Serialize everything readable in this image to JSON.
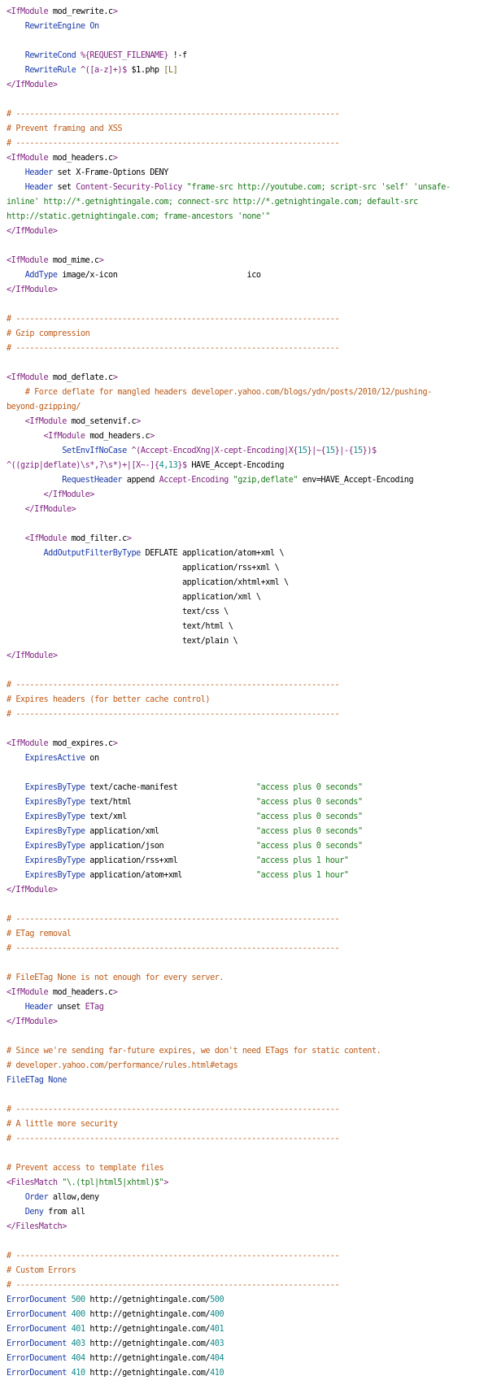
{
  "palette": {
    "tag": "#7d1f7d",
    "directive": "#1a3aa8",
    "comment": "#bb5a18",
    "string": "#1d7a1d",
    "number": "#128a8a",
    "variable": "#7d1f7d",
    "text": "#000000",
    "background": "#ffffff"
  },
  "lines": [
    [
      [
        "tag",
        "<IfModule "
      ],
      [
        "text",
        "mod_rewrite.c"
      ],
      [
        "tag",
        ">"
      ]
    ],
    [
      [
        "text",
        "    "
      ],
      [
        "directive",
        "RewriteEngine"
      ],
      [
        "text",
        " "
      ],
      [
        "directive",
        "On"
      ]
    ],
    [],
    [
      [
        "text",
        "    "
      ],
      [
        "directive",
        "RewriteCond"
      ],
      [
        "text",
        " "
      ],
      [
        "variable",
        "%{REQUEST_FILENAME}"
      ],
      [
        "text",
        " !-f"
      ]
    ],
    [
      [
        "text",
        "    "
      ],
      [
        "directive",
        "RewriteRule"
      ],
      [
        "text",
        " "
      ],
      [
        "tag",
        "^([a-z]+)$"
      ],
      [
        "text",
        " $1.php "
      ],
      [
        "flag",
        "[L]"
      ]
    ],
    [
      [
        "tag",
        "</IfModule>"
      ]
    ],
    [],
    [
      [
        "comment",
        "# ----------------------------------------------------------------------"
      ]
    ],
    [
      [
        "comment",
        "# Prevent framing and XSS"
      ]
    ],
    [
      [
        "comment",
        "# ----------------------------------------------------------------------"
      ]
    ],
    [
      [
        "tag",
        "<IfModule "
      ],
      [
        "text",
        "mod_headers.c"
      ],
      [
        "tag",
        ">"
      ]
    ],
    [
      [
        "text",
        "    "
      ],
      [
        "directive",
        "Header"
      ],
      [
        "text",
        " set X-Frame-Options DENY"
      ]
    ],
    [
      [
        "text",
        "    "
      ],
      [
        "directive",
        "Header"
      ],
      [
        "text",
        " set "
      ],
      [
        "variable",
        "Content-Security-Policy"
      ],
      [
        "text",
        " "
      ],
      [
        "string",
        "\"frame-src http://youtube.com; script-src 'self' 'unsafe-"
      ]
    ],
    [
      [
        "string",
        "inline' http://*.getnightingale.com; connect-src http://*.getnightingale.com; default-src"
      ]
    ],
    [
      [
        "string",
        "http://static.getnightingale.com; frame-ancestors 'none'\""
      ]
    ],
    [
      [
        "tag",
        "</IfModule>"
      ]
    ],
    [],
    [
      [
        "tag",
        "<IfModule "
      ],
      [
        "text",
        "mod_mime.c"
      ],
      [
        "tag",
        ">"
      ]
    ],
    [
      [
        "text",
        "    "
      ],
      [
        "directive",
        "AddType"
      ],
      [
        "text",
        " image/x-icon                            ico"
      ]
    ],
    [
      [
        "tag",
        "</IfModule>"
      ]
    ],
    [],
    [
      [
        "comment",
        "# ----------------------------------------------------------------------"
      ]
    ],
    [
      [
        "comment",
        "# Gzip compression"
      ]
    ],
    [
      [
        "comment",
        "# ----------------------------------------------------------------------"
      ]
    ],
    [],
    [
      [
        "tag",
        "<IfModule "
      ],
      [
        "text",
        "mod_deflate.c"
      ],
      [
        "tag",
        ">"
      ]
    ],
    [
      [
        "text",
        "    "
      ],
      [
        "comment",
        "# Force deflate for mangled headers developer.yahoo.com/blogs/ydn/posts/2010/12/pushing-"
      ]
    ],
    [
      [
        "comment",
        "beyond-gzipping/"
      ]
    ],
    [
      [
        "text",
        "    "
      ],
      [
        "tag",
        "<IfModule "
      ],
      [
        "text",
        "mod_setenvif.c"
      ],
      [
        "tag",
        ">"
      ]
    ],
    [
      [
        "text",
        "        "
      ],
      [
        "tag",
        "<IfModule "
      ],
      [
        "text",
        "mod_headers.c"
      ],
      [
        "tag",
        ">"
      ]
    ],
    [
      [
        "text",
        "            "
      ],
      [
        "directive",
        "SetEnvIfNoCase"
      ],
      [
        "text",
        " "
      ],
      [
        "tag",
        "^(Accept-EncodXng|X-cept-Encoding|X{"
      ],
      [
        "number",
        "15"
      ],
      [
        "tag",
        "}|~{"
      ],
      [
        "number",
        "15"
      ],
      [
        "tag",
        "}|-{"
      ],
      [
        "number",
        "15"
      ],
      [
        "tag",
        "})$"
      ]
    ],
    [
      [
        "tag",
        "^((gzip|deflate)\\s*,?\\s*)+|[X~-]{"
      ],
      [
        "number",
        "4,13"
      ],
      [
        "tag",
        "}$"
      ],
      [
        "text",
        " HAVE_Accept-Encoding"
      ]
    ],
    [
      [
        "text",
        "            "
      ],
      [
        "directive",
        "RequestHeader"
      ],
      [
        "text",
        " append "
      ],
      [
        "variable",
        "Accept-Encoding"
      ],
      [
        "text",
        " "
      ],
      [
        "string",
        "\"gzip,deflate\""
      ],
      [
        "text",
        " env=HAVE_Accept-Encoding"
      ]
    ],
    [
      [
        "text",
        "        "
      ],
      [
        "tag",
        "</IfModule>"
      ]
    ],
    [
      [
        "text",
        "    "
      ],
      [
        "tag",
        "</IfModule>"
      ]
    ],
    [],
    [
      [
        "text",
        "    "
      ],
      [
        "tag",
        "<IfModule "
      ],
      [
        "text",
        "mod_filter.c"
      ],
      [
        "tag",
        ">"
      ]
    ],
    [
      [
        "text",
        "        "
      ],
      [
        "directive",
        "AddOutputFilterByType"
      ],
      [
        "text",
        " DEFLATE application/atom+xml \\"
      ]
    ],
    [
      [
        "text",
        "                                      application/rss+xml \\"
      ]
    ],
    [
      [
        "text",
        "                                      application/xhtml+xml \\"
      ]
    ],
    [
      [
        "text",
        "                                      application/xml \\"
      ]
    ],
    [
      [
        "text",
        "                                      text/css \\"
      ]
    ],
    [
      [
        "text",
        "                                      text/html \\"
      ]
    ],
    [
      [
        "text",
        "                                      text/plain \\"
      ]
    ],
    [
      [
        "tag",
        "</IfModule>"
      ]
    ],
    [],
    [
      [
        "comment",
        "# ----------------------------------------------------------------------"
      ]
    ],
    [
      [
        "comment",
        "# Expires headers (for better cache control)"
      ]
    ],
    [
      [
        "comment",
        "# ----------------------------------------------------------------------"
      ]
    ],
    [],
    [
      [
        "tag",
        "<IfModule "
      ],
      [
        "text",
        "mod_expires.c"
      ],
      [
        "tag",
        ">"
      ]
    ],
    [
      [
        "text",
        "    "
      ],
      [
        "directive",
        "ExpiresActive"
      ],
      [
        "text",
        " on"
      ]
    ],
    [],
    [
      [
        "text",
        "    "
      ],
      [
        "directive",
        "ExpiresByType"
      ],
      [
        "text",
        " text/cache-manifest                 "
      ],
      [
        "string",
        "\"access plus 0 seconds\""
      ]
    ],
    [
      [
        "text",
        "    "
      ],
      [
        "directive",
        "ExpiresByType"
      ],
      [
        "text",
        " text/html                           "
      ],
      [
        "string",
        "\"access plus 0 seconds\""
      ]
    ],
    [
      [
        "text",
        "    "
      ],
      [
        "directive",
        "ExpiresByType"
      ],
      [
        "text",
        " text/xml                            "
      ],
      [
        "string",
        "\"access plus 0 seconds\""
      ]
    ],
    [
      [
        "text",
        "    "
      ],
      [
        "directive",
        "ExpiresByType"
      ],
      [
        "text",
        " application/xml                     "
      ],
      [
        "string",
        "\"access plus 0 seconds\""
      ]
    ],
    [
      [
        "text",
        "    "
      ],
      [
        "directive",
        "ExpiresByType"
      ],
      [
        "text",
        " application/json                    "
      ],
      [
        "string",
        "\"access plus 0 seconds\""
      ]
    ],
    [
      [
        "text",
        "    "
      ],
      [
        "directive",
        "ExpiresByType"
      ],
      [
        "text",
        " application/rss+xml                 "
      ],
      [
        "string",
        "\"access plus 1 hour\""
      ]
    ],
    [
      [
        "text",
        "    "
      ],
      [
        "directive",
        "ExpiresByType"
      ],
      [
        "text",
        " application/atom+xml                "
      ],
      [
        "string",
        "\"access plus 1 hour\""
      ]
    ],
    [
      [
        "tag",
        "</IfModule>"
      ]
    ],
    [],
    [
      [
        "comment",
        "# ----------------------------------------------------------------------"
      ]
    ],
    [
      [
        "comment",
        "# ETag removal"
      ]
    ],
    [
      [
        "comment",
        "# ----------------------------------------------------------------------"
      ]
    ],
    [],
    [
      [
        "comment",
        "# FileETag None is not enough for every server."
      ]
    ],
    [
      [
        "tag",
        "<IfModule "
      ],
      [
        "text",
        "mod_headers.c"
      ],
      [
        "tag",
        ">"
      ]
    ],
    [
      [
        "text",
        "    "
      ],
      [
        "directive",
        "Header"
      ],
      [
        "text",
        " unset "
      ],
      [
        "variable",
        "ETag"
      ]
    ],
    [
      [
        "tag",
        "</IfModule>"
      ]
    ],
    [],
    [
      [
        "comment",
        "# Since we're sending far-future expires, we don't need ETags for static content."
      ]
    ],
    [
      [
        "comment",
        "# developer.yahoo.com/performance/rules.html#etags"
      ]
    ],
    [
      [
        "directive",
        "FileETag"
      ],
      [
        "text",
        " "
      ],
      [
        "directive",
        "None"
      ]
    ],
    [],
    [
      [
        "comment",
        "# ----------------------------------------------------------------------"
      ]
    ],
    [
      [
        "comment",
        "# A little more security"
      ]
    ],
    [
      [
        "comment",
        "# ----------------------------------------------------------------------"
      ]
    ],
    [],
    [
      [
        "comment",
        "# Prevent access to template files"
      ]
    ],
    [
      [
        "tag",
        "<FilesMatch "
      ],
      [
        "string",
        "\"\\.(tpl|html5|xhtml)$\""
      ],
      [
        "tag",
        ">"
      ]
    ],
    [
      [
        "text",
        "    "
      ],
      [
        "directive",
        "Order"
      ],
      [
        "text",
        " allow,deny"
      ]
    ],
    [
      [
        "text",
        "    "
      ],
      [
        "directive",
        "Deny"
      ],
      [
        "text",
        " from all"
      ]
    ],
    [
      [
        "tag",
        "</FilesMatch>"
      ]
    ],
    [],
    [
      [
        "comment",
        "# ----------------------------------------------------------------------"
      ]
    ],
    [
      [
        "comment",
        "# Custom Errors"
      ]
    ],
    [
      [
        "comment",
        "# ----------------------------------------------------------------------"
      ]
    ],
    [
      [
        "directive",
        "ErrorDocument"
      ],
      [
        "text",
        " "
      ],
      [
        "number",
        "500"
      ],
      [
        "text",
        " http://getnightingale.com/"
      ],
      [
        "number",
        "500"
      ]
    ],
    [
      [
        "directive",
        "ErrorDocument"
      ],
      [
        "text",
        " "
      ],
      [
        "number",
        "400"
      ],
      [
        "text",
        " http://getnightingale.com/"
      ],
      [
        "number",
        "400"
      ]
    ],
    [
      [
        "directive",
        "ErrorDocument"
      ],
      [
        "text",
        " "
      ],
      [
        "number",
        "401"
      ],
      [
        "text",
        " http://getnightingale.com/"
      ],
      [
        "number",
        "401"
      ]
    ],
    [
      [
        "directive",
        "ErrorDocument"
      ],
      [
        "text",
        " "
      ],
      [
        "number",
        "403"
      ],
      [
        "text",
        " http://getnightingale.com/"
      ],
      [
        "number",
        "403"
      ]
    ],
    [
      [
        "directive",
        "ErrorDocument"
      ],
      [
        "text",
        " "
      ],
      [
        "number",
        "404"
      ],
      [
        "text",
        " http://getnightingale.com/"
      ],
      [
        "number",
        "404"
      ]
    ],
    [
      [
        "directive",
        "ErrorDocument"
      ],
      [
        "text",
        " "
      ],
      [
        "number",
        "410"
      ],
      [
        "text",
        " http://getnightingale.com/"
      ],
      [
        "number",
        "410"
      ]
    ]
  ]
}
